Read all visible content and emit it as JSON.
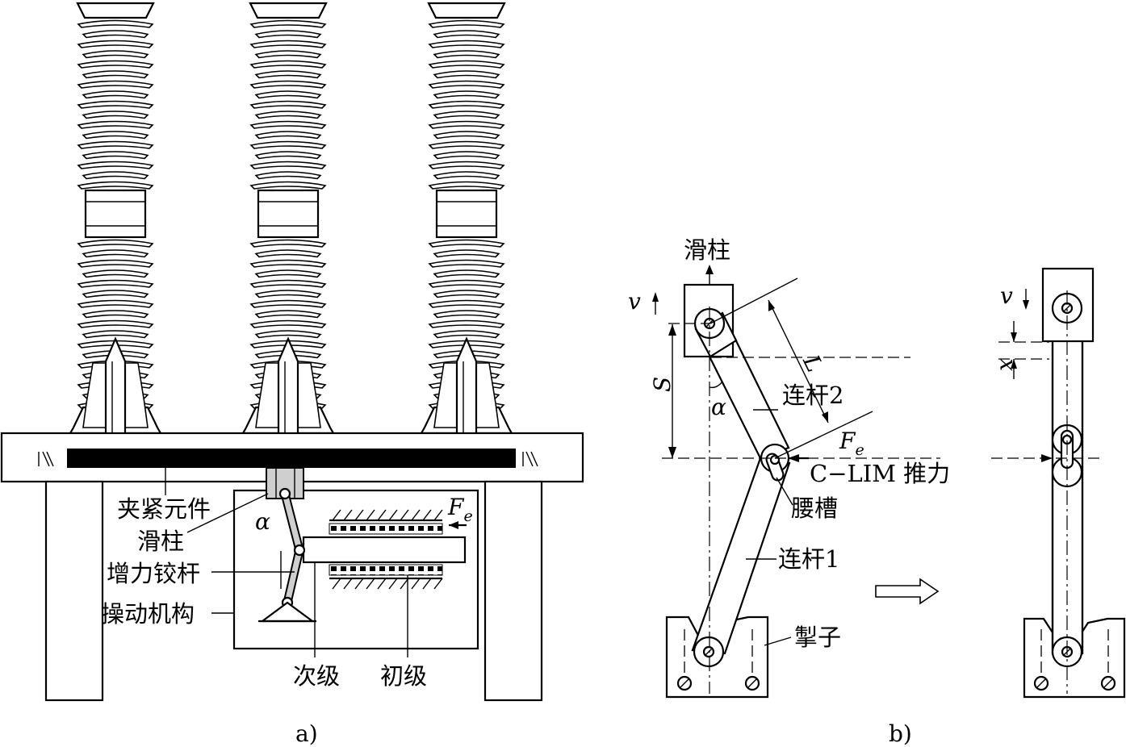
{
  "panel_a": {
    "caption": "a)",
    "labels": {
      "clamp": "夹紧元件",
      "slide": "滑柱",
      "toggle": "增力铰杆",
      "mechanism": "操动机构",
      "secondary": "次级",
      "primary": "初级",
      "alpha": "α",
      "force_F": "F",
      "force_sub": "e"
    }
  },
  "panel_b": {
    "caption": "b)",
    "labels": {
      "slide": "滑柱",
      "v": "v",
      "S": "S",
      "L": "L",
      "alpha": "α",
      "link2": "连杆2",
      "force_F": "F",
      "force_sub": "e",
      "thrust": "C−LIM 推力",
      "slot": "腰槽",
      "link1": "连杆1",
      "pawl": "掣子",
      "v2": "v",
      "x": "x"
    }
  }
}
